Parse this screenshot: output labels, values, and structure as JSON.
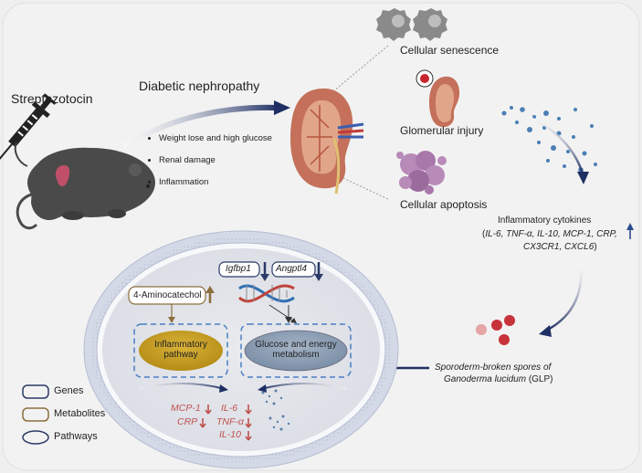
{
  "model": {
    "inducer": "Streptozotocin",
    "disease": "Diabetic nephropathy",
    "symptoms": [
      "Weight lose and high glucose",
      "Renal damage",
      "Inflammation"
    ]
  },
  "pathology": {
    "items": [
      "Cellular senescence",
      "Glomerular injury",
      "Cellular apoptosis"
    ]
  },
  "cytokines": {
    "title": "Inflammatory cytokines",
    "open": "(",
    "line1": "IL-6, TNF-α, IL-10, MCP-1, CRP,",
    "line2": "CX3CR1, CXCL6",
    "close": ")"
  },
  "treatment": {
    "line1": "Sporoderm-broken spores of",
    "line2_italic": "Ganoderma lucidum",
    "line2_suffix": " (GLP)"
  },
  "cell": {
    "genes": [
      "Igfbp1",
      "Angptl4"
    ],
    "metabolite": "4-Aminocatechol",
    "pathways": {
      "inflammatory_line1": "Inflammatory",
      "inflammatory_line2": "pathway",
      "metabolism_line1": "Glucose and energy",
      "metabolism_line2": "metabolism"
    },
    "markers_left": [
      "MCP-1",
      "CRP"
    ],
    "markers_right": [
      "IL-6",
      "TNF-α",
      "IL-10"
    ]
  },
  "legend": {
    "items": [
      "Genes",
      "Metabolites",
      "Pathways"
    ]
  },
  "colors": {
    "arrow_navy": "#2b3a67",
    "pathway_gold": "#c9a227",
    "pathway_blue": "#8fa1b5",
    "metabolite_brown": "#8b6f3e",
    "dash_blue": "#4a7dc4",
    "marker_red": "#c0504d"
  }
}
